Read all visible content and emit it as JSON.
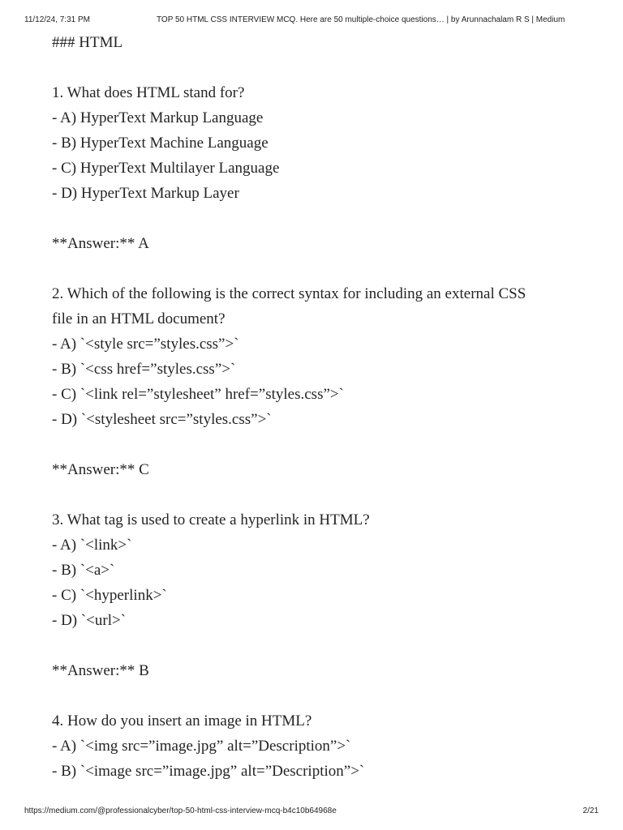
{
  "print_header": {
    "date": "11/12/24, 7:31 PM",
    "title": "TOP 50 HTML CSS INTERVIEW MCQ. Here are 50 multiple-choice questions… | by Arunnachalam R S | Medium"
  },
  "print_footer": {
    "url": "https://medium.com/@professionalcyber/top-50-html-css-interview-mcq-b4c10b64968e",
    "page": "2/21"
  },
  "article": {
    "section_heading": "### HTML",
    "q1": {
      "question": "1. What does HTML stand for?",
      "options": [
        "- A) HyperText Markup Language",
        "- B) HyperText Machine Language",
        "- C) HyperText Multilayer Language",
        "- D) HyperText Markup Layer"
      ],
      "answer": "**Answer:** A"
    },
    "q2": {
      "question_line1": "2. Which of the following is the correct syntax for including an external CSS",
      "question_line2": "file in an HTML document?",
      "options": [
        "- A) `<style src=”styles.css”>`",
        "- B) `<css href=”styles.css”>`",
        "- C) `<link rel=”stylesheet” href=”styles.css”>`",
        "- D) `<stylesheet src=”styles.css”>`"
      ],
      "answer": "**Answer:** C"
    },
    "q3": {
      "question": "3. What tag is used to create a hyperlink in HTML?",
      "options": [
        "- A) `<link>`",
        "- B) `<a>`",
        "- C) `<hyperlink>`",
        "- D) `<url>`"
      ],
      "answer": "**Answer:** B"
    },
    "q4": {
      "question": "4. How do you insert an image in HTML?",
      "options": [
        "- A) `<img src=”image.jpg” alt=”Description”>`",
        "- B) `<image src=”image.jpg” alt=”Description”>`"
      ]
    }
  }
}
